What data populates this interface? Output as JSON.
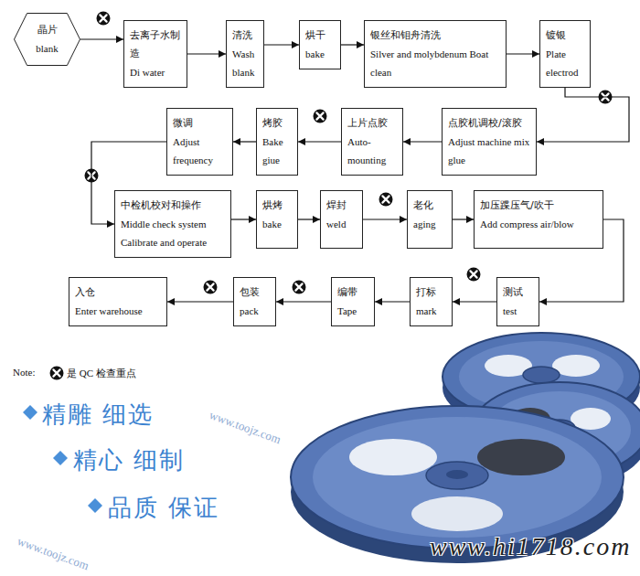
{
  "diagram": {
    "nodes": [
      {
        "text": [
          "晶片",
          "blank"
        ]
      },
      {
        "text": [
          "去离子水制造",
          "Di water"
        ]
      },
      {
        "text": [
          "清洗",
          "Wash blank"
        ]
      },
      {
        "text": [
          "烘干",
          "bake"
        ]
      },
      {
        "text": [
          "银丝和钼舟清洗",
          "Silver and molybdenum Boat clean"
        ]
      },
      {
        "text": [
          "镀银",
          "Plate electrod"
        ]
      },
      {
        "text": [
          "点胶机调校/滚胶",
          "Adjust machine mix glue"
        ]
      },
      {
        "text": [
          "上片点胶",
          "Auto-mounting"
        ]
      },
      {
        "text": [
          "烤胶",
          "Bake giue"
        ]
      },
      {
        "text": [
          "微调",
          "Adjust frequency"
        ]
      },
      {
        "text": [
          "中检机校对和操作",
          "Middle check system Calibrate and operate"
        ]
      },
      {
        "text": [
          "烘烤",
          "bake"
        ]
      },
      {
        "text": [
          "焊封",
          "weld"
        ]
      },
      {
        "text": [
          "老化",
          "aging"
        ]
      },
      {
        "text": [
          "加压蹀压气/吹干",
          "Add compress air/blow"
        ]
      },
      {
        "text": [
          "测试",
          "test"
        ]
      },
      {
        "text": [
          "打标",
          "mark"
        ]
      },
      {
        "text": [
          "编带",
          "Tape"
        ]
      },
      {
        "text": [
          "包装",
          "pack"
        ]
      },
      {
        "text": [
          "入仓",
          "Enter warehouse"
        ]
      }
    ],
    "edges": [
      {
        "from": 0,
        "to": 1,
        "arrow": "to"
      },
      {
        "from": 1,
        "to": 2,
        "arrow": "to"
      },
      {
        "from": 2,
        "to": 3,
        "arrow": "to"
      },
      {
        "from": 3,
        "to": 4,
        "arrow": "to"
      },
      {
        "from": 4,
        "to": 5,
        "arrow": "to"
      },
      {
        "from": 5,
        "to": 6,
        "arrow": "to"
      },
      {
        "from": 6,
        "to": 7,
        "arrow": "to"
      },
      {
        "from": 7,
        "to": 8,
        "arrow": "to"
      },
      {
        "from": 8,
        "to": 9,
        "arrow": "to"
      },
      {
        "from": 9,
        "to": 10,
        "arrow": "to"
      },
      {
        "from": 10,
        "to": 11,
        "arrow": "to"
      },
      {
        "from": 11,
        "to": 12,
        "arrow": "to"
      },
      {
        "from": 12,
        "to": 13,
        "arrow": "to"
      },
      {
        "from": 13,
        "to": 14,
        "arrow": "to"
      },
      {
        "from": 14,
        "to": 15,
        "arrow": "to"
      },
      {
        "from": 15,
        "to": 16,
        "arrow": "to"
      },
      {
        "from": 16,
        "to": 17,
        "arrow": "to"
      },
      {
        "from": 17,
        "to": 18,
        "arrow": "to"
      },
      {
        "from": 18,
        "to": 19,
        "arrow": "to"
      }
    ],
    "labels": [
      "Note:",
      "精雕 细选",
      "精心 细制",
      "品质 保证",
      "www.hi1718.com",
      "www.toojz.com",
      "www.toojz.com"
    ],
    "legend": [
      {
        "text": "是 QC 检查重点"
      }
    ]
  }
}
